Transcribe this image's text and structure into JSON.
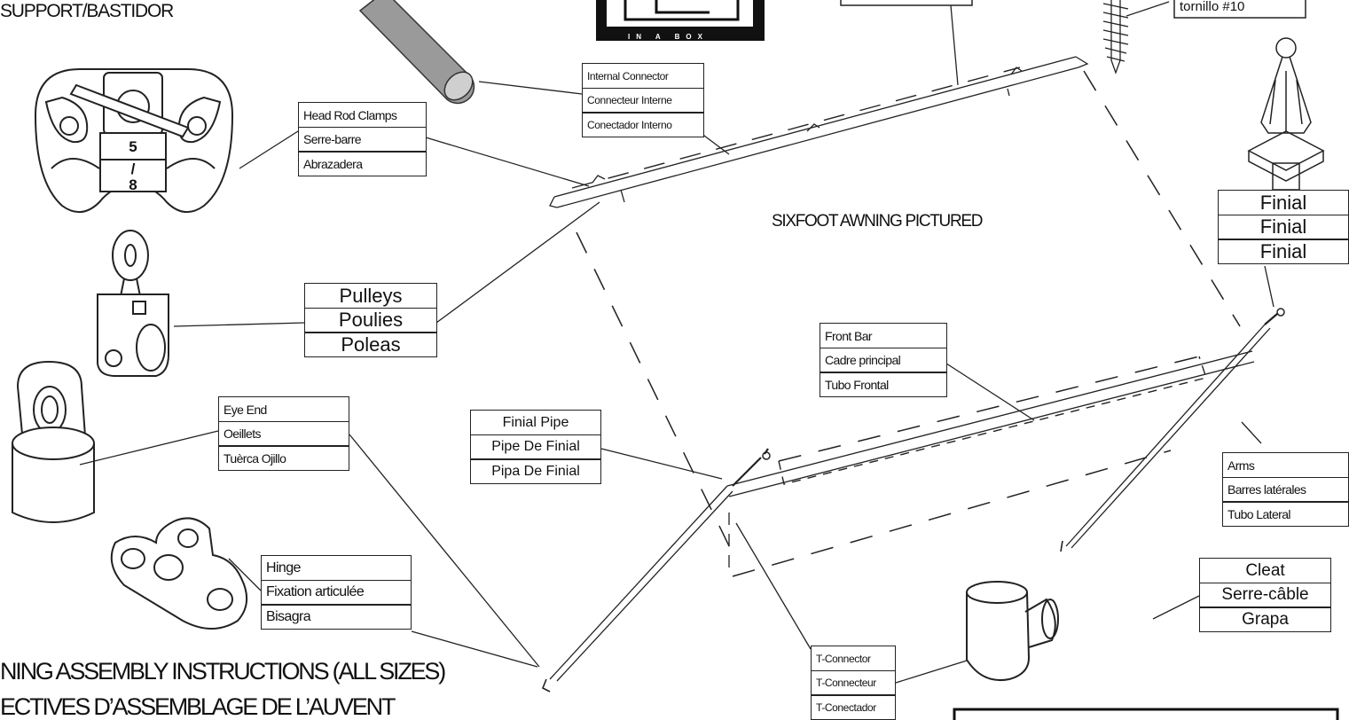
{
  "header": {
    "support": "SUPPORT/BASTIDOR",
    "screw": "tornillo #10"
  },
  "logo_text": "IN A BOX",
  "center_label": "SIXFOOT AWNING PICTURED",
  "footer": {
    "line1": "NING ASSEMBLY INSTRUCTIONS (ALL SIZES)",
    "line2": "ECTIVES D’ASSEMBLAGE DE L’AUVENT"
  },
  "labels": {
    "internal_connector": [
      "Internal Connector",
      "Connecteur Interne",
      "Conectador Interno"
    ],
    "head_rod_clamps": [
      "Head Rod Clamps",
      "Serre-barre",
      "Abrazadera"
    ],
    "finial": [
      "Finial",
      "Finial",
      "Finial"
    ],
    "pulleys": [
      "Pulleys",
      "Poulies",
      "Poleas"
    ],
    "front_bar": [
      "Front Bar",
      "Cadre principal",
      "Tubo Frontal"
    ],
    "eye_end": [
      "Eye End",
      "Oeillets",
      "Tuèrca Ojillo"
    ],
    "finial_pipe": [
      "Finial Pipe",
      "Pipe De Finial",
      "Pipa De Finial"
    ],
    "arms": [
      "Arms",
      "Barres latérales",
      "Tubo Lateral"
    ],
    "hinge": [
      "Hinge",
      "Fixation articulée",
      "Bisagra"
    ],
    "cleat": [
      "Cleat",
      "Serre-câble",
      "Grapa"
    ],
    "t_connector": [
      "T-Connector",
      "T-Connecteur",
      "T-Conectador"
    ]
  },
  "bracket_marks": [
    "5",
    "/",
    "8"
  ],
  "colors": {
    "ink": "#111111",
    "line": "#222222",
    "background": "#ffffff",
    "pipe_fill": "#9a9a9a"
  }
}
